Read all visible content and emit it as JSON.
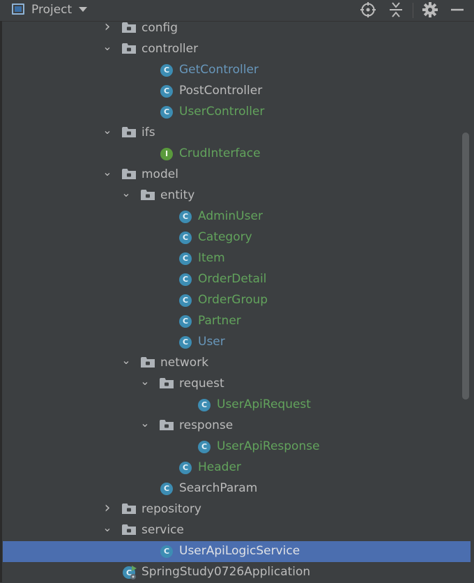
{
  "panel": {
    "title": "Project"
  },
  "colors": {
    "panel_bg": "#3c3f41",
    "selection": "#4b6eaf",
    "class_icon": "#3d8db3",
    "interface_icon": "#5a9a3c",
    "label_green": "#62a35c",
    "label_blue": "#6897bb",
    "label_default": "#bbbbbb"
  },
  "tree": [
    {
      "label": "config",
      "kind": "folder",
      "depth": 0,
      "expanded": false,
      "color": "default"
    },
    {
      "label": "controller",
      "kind": "folder",
      "depth": 0,
      "expanded": true,
      "color": "default"
    },
    {
      "label": "GetController",
      "kind": "class",
      "depth": 1,
      "color": "blue"
    },
    {
      "label": "PostController",
      "kind": "class",
      "depth": 1,
      "color": "default"
    },
    {
      "label": "UserController",
      "kind": "class",
      "depth": 1,
      "color": "green"
    },
    {
      "label": "ifs",
      "kind": "folder",
      "depth": 0,
      "expanded": true,
      "color": "default"
    },
    {
      "label": "CrudInterface",
      "kind": "interface",
      "depth": 1,
      "color": "green"
    },
    {
      "label": "model",
      "kind": "folder",
      "depth": 0,
      "expanded": true,
      "color": "default"
    },
    {
      "label": "entity",
      "kind": "folder",
      "depth": 1,
      "expanded": true,
      "color": "default"
    },
    {
      "label": "AdminUser",
      "kind": "class",
      "depth": 2,
      "color": "green"
    },
    {
      "label": "Category",
      "kind": "class",
      "depth": 2,
      "color": "green"
    },
    {
      "label": "Item",
      "kind": "class",
      "depth": 2,
      "color": "green"
    },
    {
      "label": "OrderDetail",
      "kind": "class",
      "depth": 2,
      "color": "green"
    },
    {
      "label": "OrderGroup",
      "kind": "class",
      "depth": 2,
      "color": "green"
    },
    {
      "label": "Partner",
      "kind": "class",
      "depth": 2,
      "color": "green"
    },
    {
      "label": "User",
      "kind": "class",
      "depth": 2,
      "color": "blue"
    },
    {
      "label": "network",
      "kind": "folder",
      "depth": 1,
      "expanded": true,
      "color": "default"
    },
    {
      "label": "request",
      "kind": "folder",
      "depth": 2,
      "expanded": true,
      "color": "default"
    },
    {
      "label": "UserApiRequest",
      "kind": "class",
      "depth": 3,
      "color": "green"
    },
    {
      "label": "response",
      "kind": "folder",
      "depth": 2,
      "expanded": true,
      "color": "default"
    },
    {
      "label": "UserApiResponse",
      "kind": "class",
      "depth": 3,
      "color": "green"
    },
    {
      "label": "Header",
      "kind": "class",
      "depth": 2,
      "color": "green"
    },
    {
      "label": "SearchParam",
      "kind": "class",
      "depth": 1,
      "color": "default"
    },
    {
      "label": "repository",
      "kind": "folder",
      "depth": 0,
      "expanded": false,
      "color": "default"
    },
    {
      "label": "service",
      "kind": "folder",
      "depth": 0,
      "expanded": true,
      "color": "default"
    },
    {
      "label": "UserApiLogicService",
      "kind": "class",
      "depth": 1,
      "color": "white",
      "selected": true
    },
    {
      "label": "SpringStudy0726Application",
      "kind": "app",
      "depth": 0,
      "color": "default"
    }
  ],
  "icons": {
    "header": [
      "project-icon",
      "chevron-down-icon",
      "locate-icon",
      "collapse-all-icon",
      "gear-icon",
      "minimize-icon"
    ],
    "class_letter": "C",
    "interface_letter": "I"
  }
}
